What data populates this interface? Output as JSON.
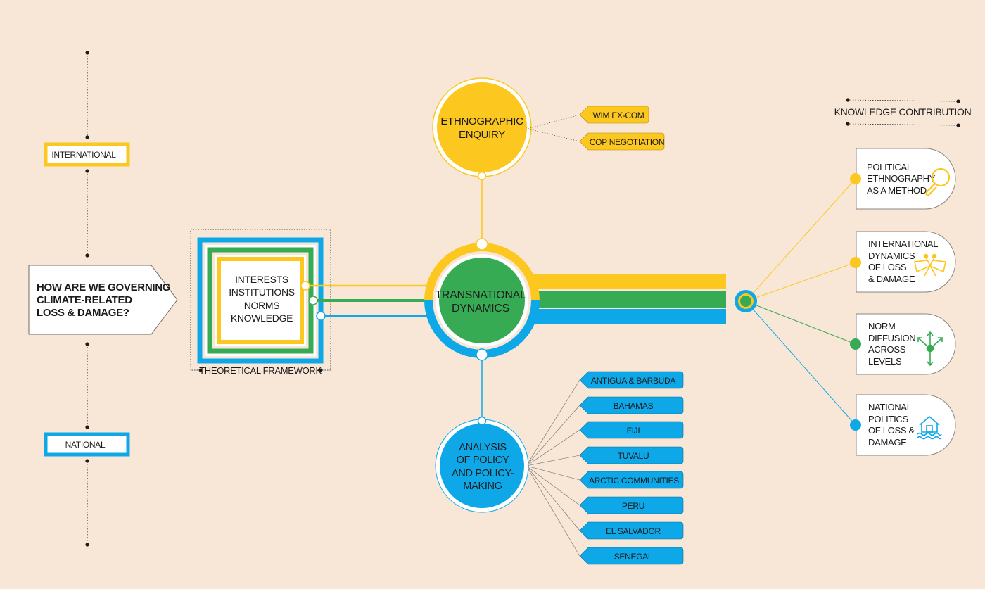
{
  "colors": {
    "background": "#f8e7d6",
    "yellow": "#fcc71f",
    "green": "#36ab54",
    "blue": "#0ea8e9",
    "ink": "#1b1b1b",
    "line": "#6f6a66"
  },
  "levels": {
    "international": "INTERNATIONAL",
    "national": "NATIONAL"
  },
  "question": {
    "lines": [
      "HOW ARE WE GOVERNING",
      "CLIMATE-RELATED",
      "LOSS & DAMAGE?"
    ]
  },
  "framework": {
    "items": [
      "INTERESTS",
      "INSTITUTIONS",
      "NORMS",
      "KNOWLEDGE"
    ],
    "caption": "THEORETICAL FRAMEWORK"
  },
  "hub": {
    "lines": [
      "TRANSNATIONAL",
      "DYNAMICS"
    ]
  },
  "ethnography": {
    "lines": [
      "ETHNOGRAPHIC",
      "ENQUIRY"
    ],
    "tags": [
      "WIM EX-COM",
      "COP NEGOTIATION"
    ]
  },
  "policy": {
    "lines": [
      "ANALYSIS",
      "OF POLICY",
      "AND POLICY-",
      "MAKING"
    ],
    "tags": [
      "ANTIGUA & BARBUDA",
      "BAHAMAS",
      "FIJI",
      "TUVALU",
      "ARCTIC COMMUNITIES",
      "PERU",
      "EL SALVADOR",
      "SENEGAL"
    ]
  },
  "knowledge": {
    "heading": "KNOWLEDGE CONTRIBUTION",
    "cards": [
      {
        "lines": [
          "POLITICAL",
          "ETHNOGRAPHY",
          "AS A METHOD"
        ],
        "icon": "magnifier-icon",
        "color": "yellow"
      },
      {
        "lines": [
          "INTERNATIONAL",
          "DYNAMICS",
          "OF LOSS",
          "& DAMAGE"
        ],
        "icon": "crossed-flags-icon",
        "color": "yellow"
      },
      {
        "lines": [
          "NORM",
          "DIFFUSION",
          "ACROSS",
          "LEVELS"
        ],
        "icon": "diffusion-arrows-icon",
        "color": "green"
      },
      {
        "lines": [
          "NATIONAL",
          "POLITICS",
          "OF LOSS &",
          "DAMAGE"
        ],
        "icon": "flooded-house-icon",
        "color": "blue"
      }
    ]
  }
}
